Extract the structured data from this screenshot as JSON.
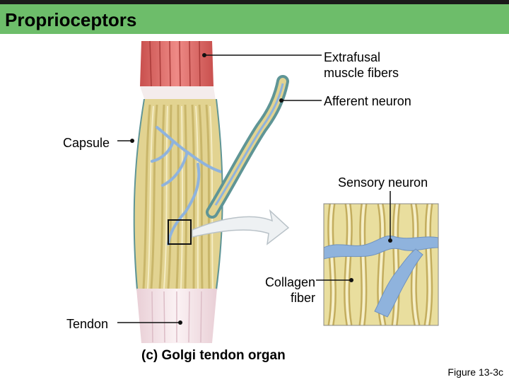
{
  "header": {
    "title": "Proprioceptors"
  },
  "labels": {
    "extrafusal_line1": "Extrafusal",
    "extrafusal_line2": "muscle fibers",
    "afferent": "Afferent neuron",
    "capsule": "Capsule",
    "sensory": "Sensory neuron",
    "collagen_line1": "Collagen",
    "collagen_line2": "fiber",
    "tendon": "Tendon"
  },
  "caption": "(c) Golgi tendon organ",
  "figure_ref": "Figure 13-3c",
  "colors": {
    "title_bar": "#6dbd6a",
    "muscle": "#d9605e",
    "capsule": "#6f9ea0",
    "collagen": "#e8dca0",
    "neuron": "#8fb3dd",
    "tendon": "#f3e3e8"
  }
}
